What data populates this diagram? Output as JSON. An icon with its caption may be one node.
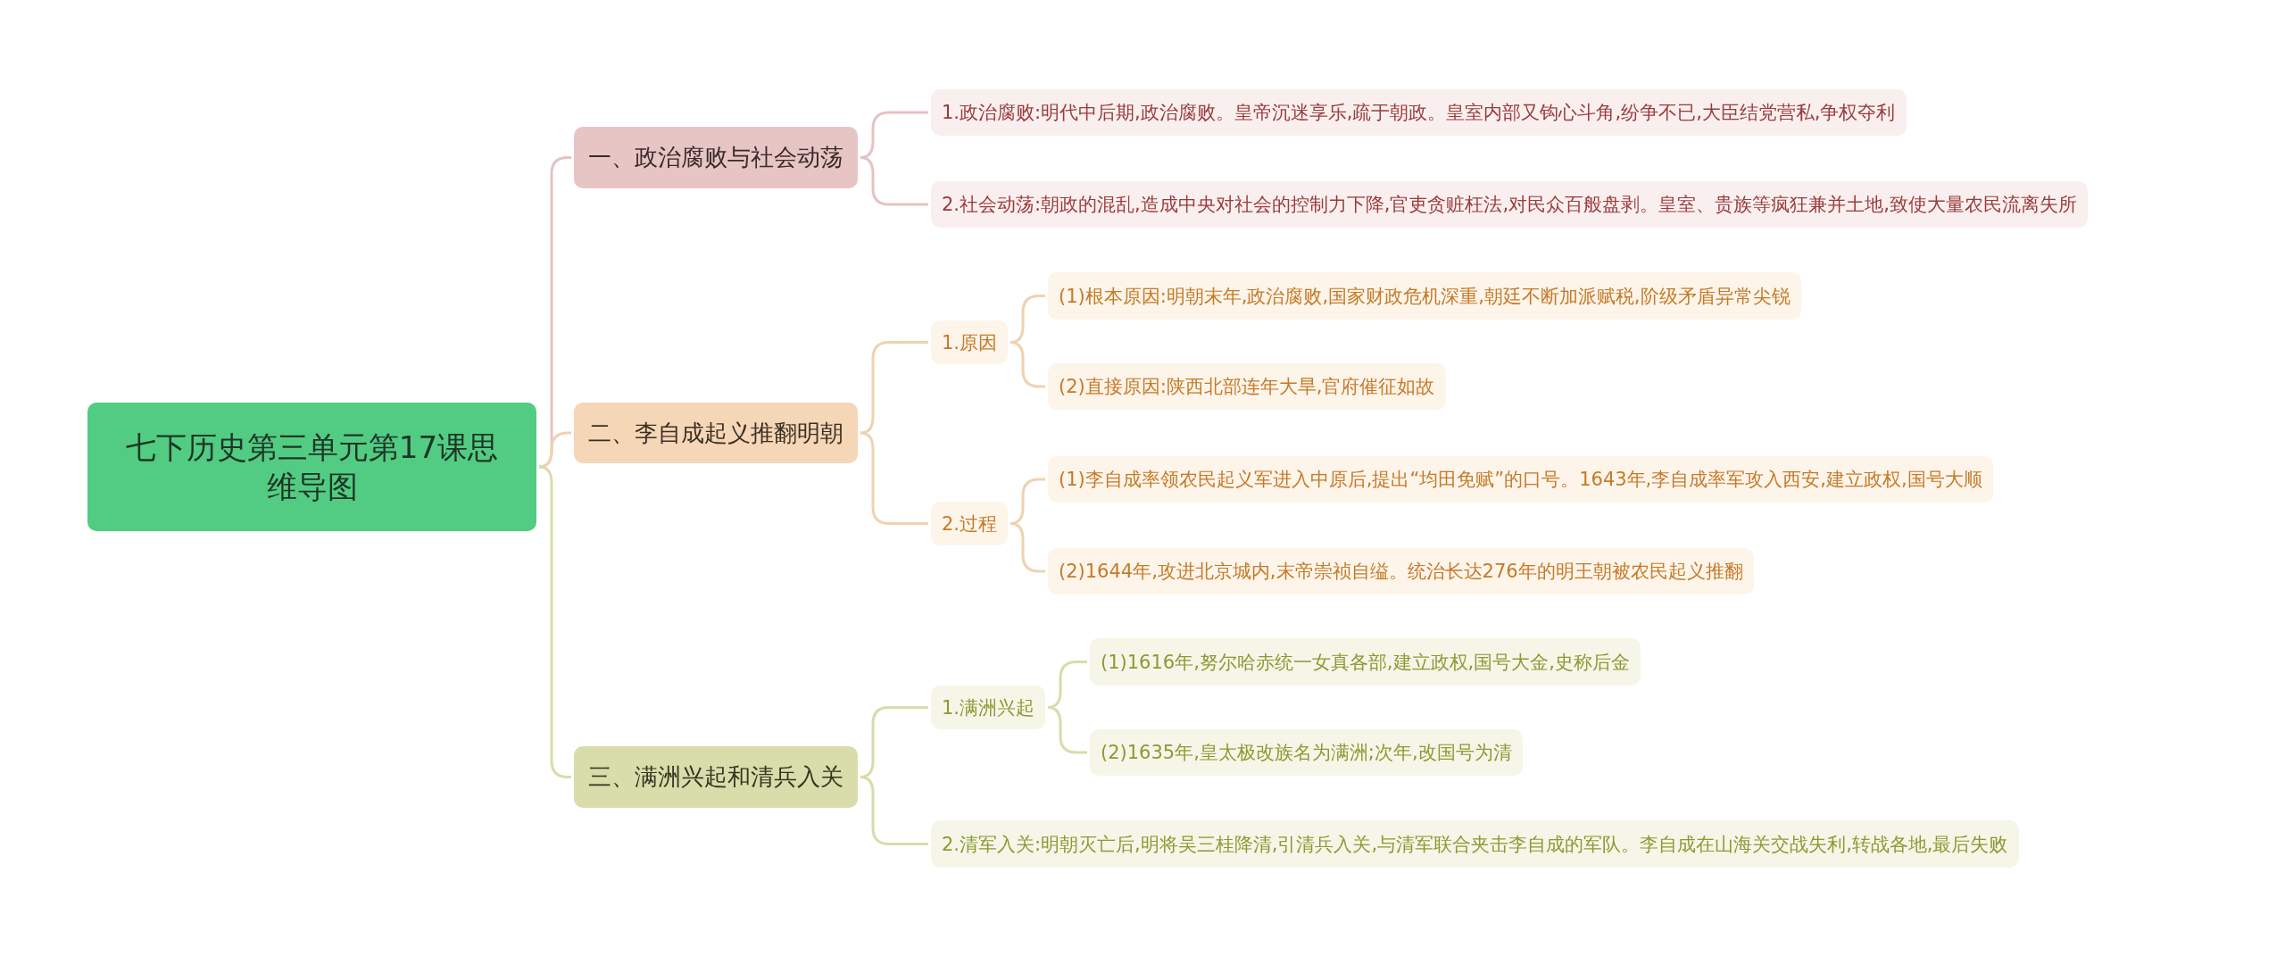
{
  "diagram": {
    "nodes": [
      {
        "text": [
          "七下历史第三单元第17课思维导图"
        ]
      },
      {
        "text": [
          "一、政治腐败与社会动荡"
        ]
      },
      {
        "text": [
          "1.政治腐败:明代中后期,政治腐败。皇帝沉迷享乐,疏于朝政。皇室内部又钩心斗角,纷争不已,大臣结党营私,争权夺利"
        ]
      },
      {
        "text": [
          "2.社会动荡:朝政的混乱,造成中央对社会的控制力下降,官吏贪赃枉法,对民众百般盘剥。皇室、贵族等疯狂兼并土地,致使大量农民流离失所"
        ]
      },
      {
        "text": [
          "二、李自成起义推翻明朝"
        ]
      },
      {
        "text": [
          "1.原因"
        ]
      },
      {
        "text": [
          "(1)根本原因:明朝末年,政治腐败,国家财政危机深重,朝廷不断加派赋税,阶级矛盾异常尖锐"
        ]
      },
      {
        "text": [
          "(2)直接原因:陕西北部连年大旱,官府催征如故"
        ]
      },
      {
        "text": [
          "2.过程"
        ]
      },
      {
        "text": [
          "(1)李自成率领农民起义军进入中原后,提出“均田免赋”的口号。1643年,李自成率军攻入西安,建立政权,国号大顺"
        ]
      },
      {
        "text": [
          "(2)1644年,攻进北京城内,末帝崇祯自缢。统治长达276年的明王朝被农民起义推翻"
        ]
      },
      {
        "text": [
          "三、满洲兴起和清兵入关"
        ]
      },
      {
        "text": [
          "1.满洲兴起"
        ]
      },
      {
        "text": [
          "(1)1616年,努尔哈赤统一女真各部,建立政权,国号大金,史称后金"
        ]
      },
      {
        "text": [
          "(2)1635年,皇太极改族名为满洲;次年,改国号为清"
        ]
      },
      {
        "text": [
          "2.清军入关:明朝灭亡后,明将吴三桂降清,引清兵入关,与清军联合夹击李自成的军队。李自成在山海关交战失利,转战各地,最后失败"
        ]
      }
    ],
    "edges": [
      {
        "from": 0,
        "to": 1,
        "arrow": "none",
        "color": "#e6c3c3"
      },
      {
        "from": 1,
        "to": 2,
        "arrow": "none",
        "color": "#e6c3c3"
      },
      {
        "from": 1,
        "to": 3,
        "arrow": "none",
        "color": "#e6c3c3"
      },
      {
        "from": 0,
        "to": 4,
        "arrow": "none",
        "color": "#f0d2b0"
      },
      {
        "from": 4,
        "to": 5,
        "arrow": "none",
        "color": "#f0d2b0"
      },
      {
        "from": 5,
        "to": 6,
        "arrow": "none",
        "color": "#f0d2b0"
      },
      {
        "from": 5,
        "to": 7,
        "arrow": "none",
        "color": "#f0d2b0"
      },
      {
        "from": 4,
        "to": 8,
        "arrow": "none",
        "color": "#f0d2b0"
      },
      {
        "from": 8,
        "to": 9,
        "arrow": "none",
        "color": "#f0d2b0"
      },
      {
        "from": 8,
        "to": 10,
        "arrow": "none",
        "color": "#f0d2b0"
      },
      {
        "from": 0,
        "to": 11,
        "arrow": "none",
        "color": "#d9dcaa"
      },
      {
        "from": 11,
        "to": 12,
        "arrow": "none",
        "color": "#d9dcaa"
      },
      {
        "from": 12,
        "to": 13,
        "arrow": "none",
        "color": "#d9dcaa"
      },
      {
        "from": 12,
        "to": 14,
        "arrow": "none",
        "color": "#d9dcaa"
      },
      {
        "from": 11,
        "to": 15,
        "arrow": "none",
        "color": "#d9dcaa"
      }
    ]
  }
}
